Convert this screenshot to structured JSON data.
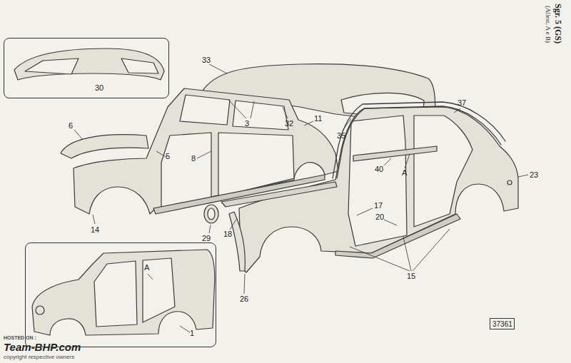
{
  "diagram": {
    "title": "Sgr. 5 (GS)",
    "nodes": [
      {
        "text": [
          "30"
        ]
      },
      {
        "text": [
          "A",
          "1"
        ]
      },
      {
        "text": [
          "37361"
        ]
      }
    ],
    "labels": [
      "(Allest. A e B)",
      "33",
      "6",
      "3",
      "32",
      "11",
      "5",
      "8",
      "35",
      "37",
      "23",
      "40",
      "A",
      "14",
      "29",
      "18",
      "17",
      "20",
      "15",
      "26",
      "HOSTED ON :",
      "Team-BHP.com",
      "copyright respective owners"
    ]
  }
}
